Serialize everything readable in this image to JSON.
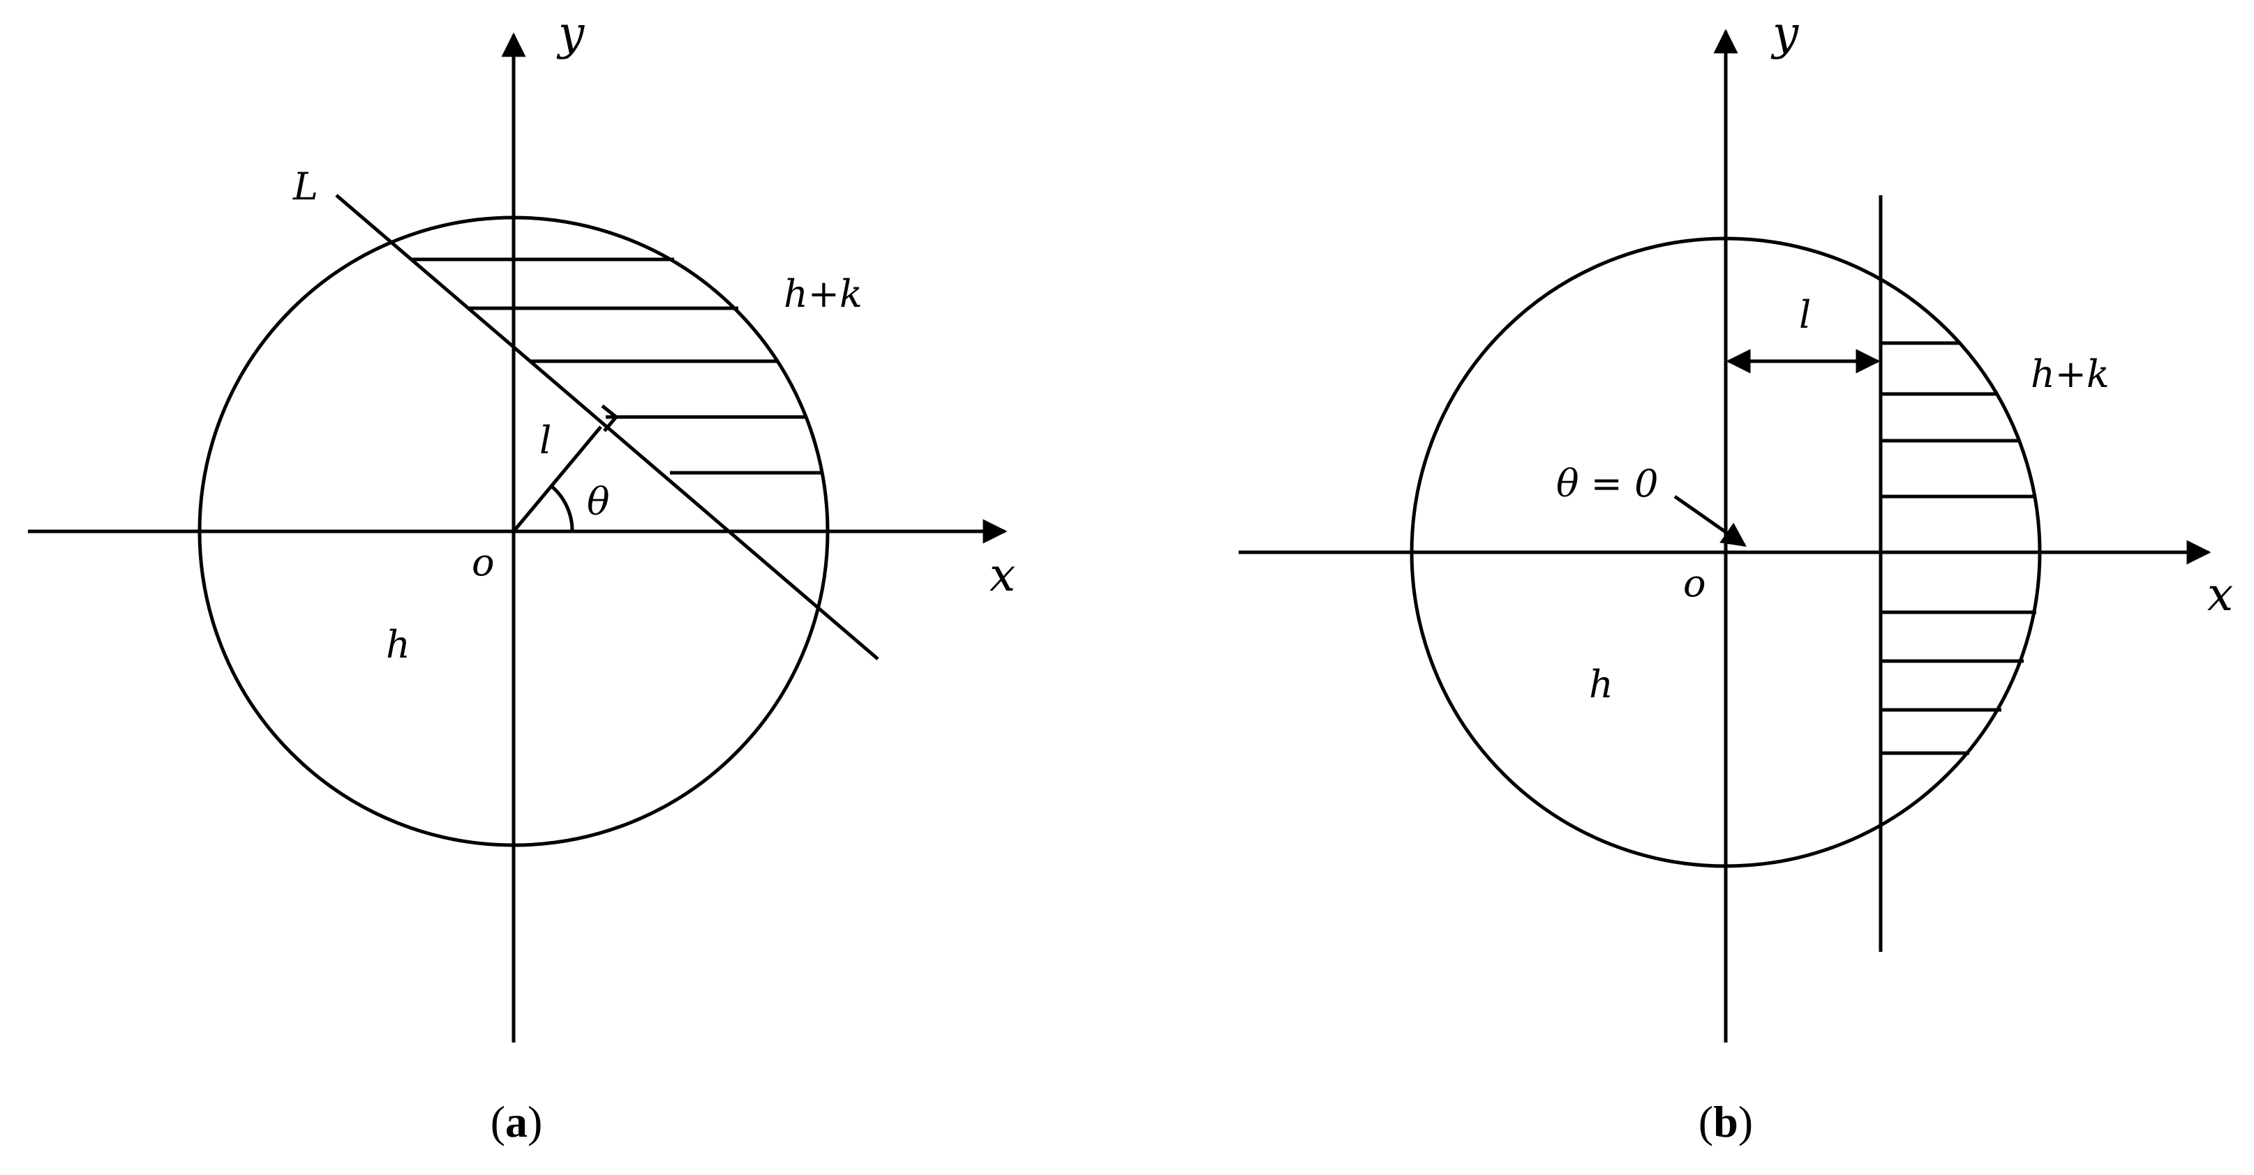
{
  "panel_a": {
    "axis_x": "x",
    "axis_y": "y",
    "origin": "o",
    "line_label": "L",
    "distance_label": "l",
    "angle_label": "θ",
    "region_inner": "h",
    "region_outer": "h+k",
    "caption_open": "(",
    "caption_letter": "a",
    "caption_close": ")"
  },
  "panel_b": {
    "axis_x": "x",
    "axis_y": "y",
    "origin": "o",
    "distance_label": "l",
    "angle_label": "θ = 0",
    "region_inner": "h",
    "region_outer": "h+k",
    "caption_open": "(",
    "caption_letter": "b",
    "caption_close": ")"
  },
  "colors": {
    "ink": "#000000",
    "background": "#ffffff"
  }
}
